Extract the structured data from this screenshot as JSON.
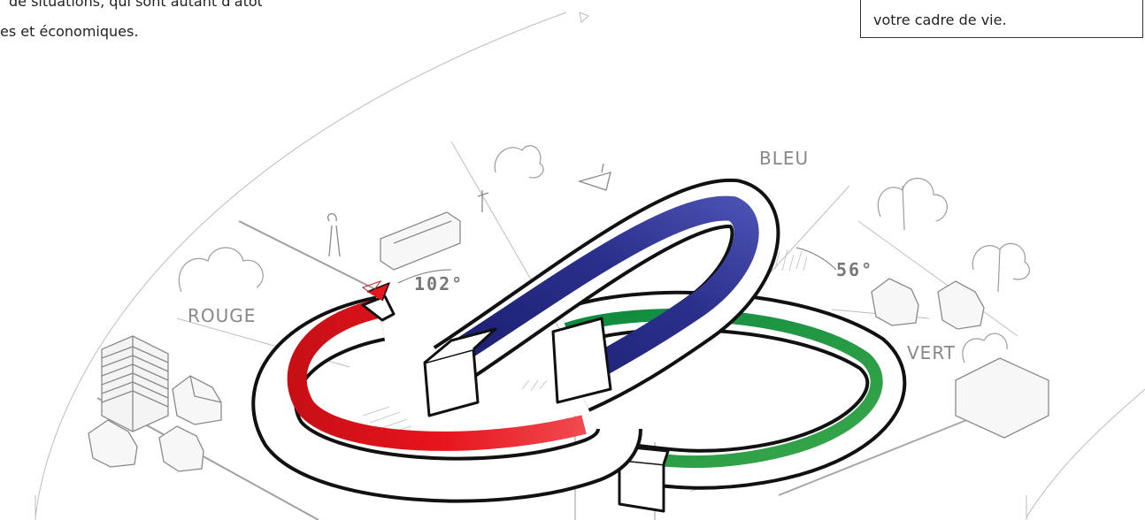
{
  "intro": {
    "line1": "de situations, qui sont autant d'atouts",
    "line2": "es et économiques."
  },
  "callout": {
    "text": "votre cadre de vie."
  },
  "diagram": {
    "labels": {
      "rouge": "ROUGE",
      "bleu": "BLEU",
      "vert": "VERT",
      "angle_left": "102°",
      "angle_right": "56°"
    },
    "colors": {
      "red": "#e8141c",
      "blue": "#2a2f8c",
      "green": "#129a4a",
      "ink": "#111111",
      "pencil": "#9a9a9a"
    }
  }
}
